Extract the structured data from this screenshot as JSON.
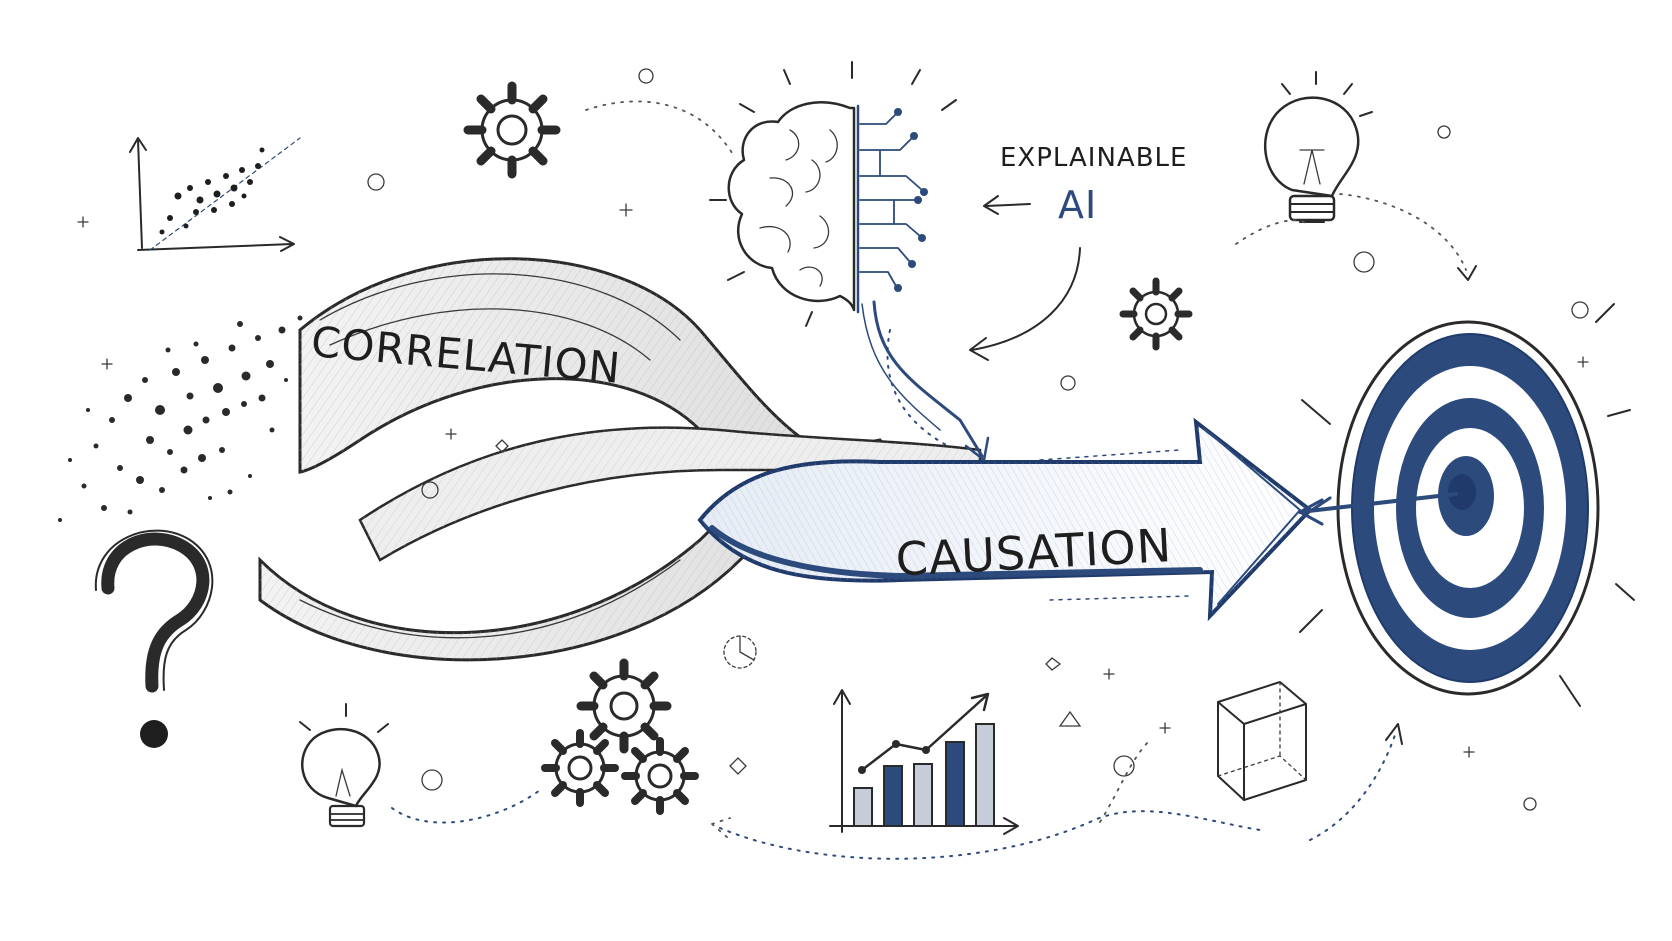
{
  "labels": {
    "correlation": "CORRELATION",
    "causation": "CAUSATION",
    "explainable": "EXPLAINABLE",
    "ai": "AI",
    "question_mark": "?"
  },
  "colors": {
    "ink": "#2a2a2a",
    "accent": "#2c4a7c",
    "paper": "#ffffff"
  },
  "icons": [
    "brain-circuit-icon",
    "gear-icon",
    "lightbulb-icon",
    "target-icon",
    "bar-chart-icon",
    "scatter-plot-icon",
    "cube-icon",
    "question-mark-icon"
  ]
}
